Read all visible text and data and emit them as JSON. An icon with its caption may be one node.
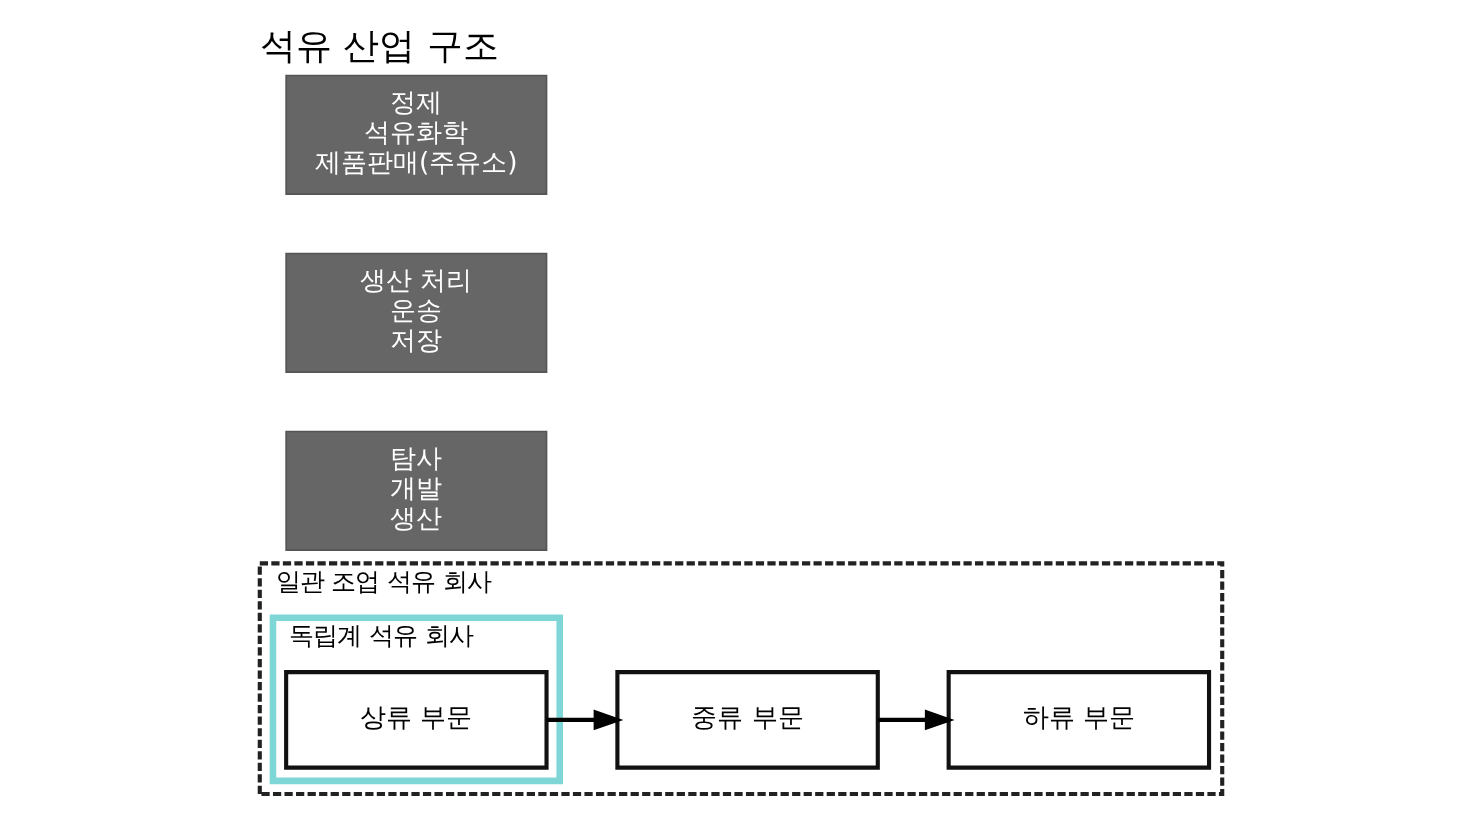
{
  "diagram": {
    "title": "석유 산업 구조",
    "nodes": [
      {
        "text": [
          "일관 조업 석유 회사"
        ]
      },
      {
        "text": [
          "독립계 석유 회사"
        ],
        "in": 0
      },
      {
        "text": [
          "상류 부문"
        ],
        "in": 1
      },
      {
        "text": [
          "중류 부문"
        ],
        "in": 0
      },
      {
        "text": [
          "하류 부문"
        ],
        "in": 0
      },
      {
        "text": [
          "탐사",
          "개발",
          "생산"
        ]
      },
      {
        "text": [
          "생산 처리",
          "운송",
          "저장"
        ]
      },
      {
        "text": [
          "정제",
          "석유화학",
          "제품판매(주유소)"
        ]
      }
    ],
    "edges": [
      {
        "from": 2,
        "to": 3,
        "arrow": "to"
      },
      {
        "from": 3,
        "to": 4,
        "arrow": "to"
      }
    ]
  }
}
